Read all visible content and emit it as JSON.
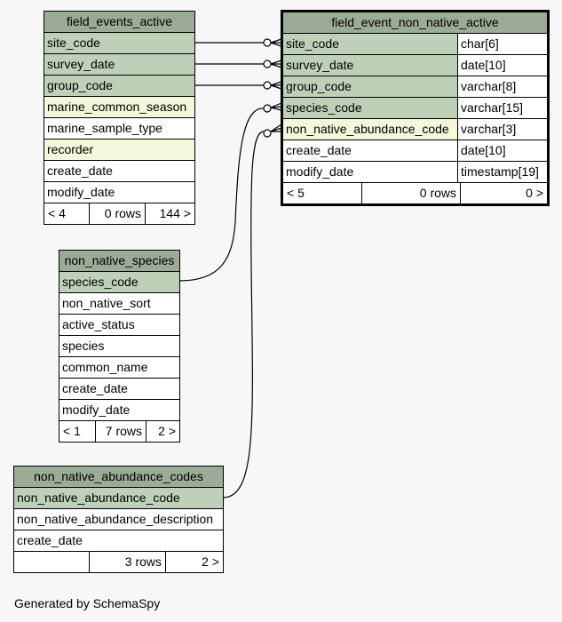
{
  "tables": {
    "field_events_active": {
      "name": "field_events_active",
      "columns": [
        "site_code",
        "survey_date",
        "group_code",
        "marine_common_season",
        "marine_sample_type",
        "recorder",
        "create_date",
        "modify_date"
      ],
      "footer": {
        "parents": "< 4",
        "rows": "0 rows",
        "children": "144 >"
      }
    },
    "field_event_non_native_active": {
      "name": "field_event_non_native_active",
      "columns": [
        {
          "name": "site_code",
          "type": "char[6]"
        },
        {
          "name": "survey_date",
          "type": "date[10]"
        },
        {
          "name": "group_code",
          "type": "varchar[8]"
        },
        {
          "name": "species_code",
          "type": "varchar[15]"
        },
        {
          "name": "non_native_abundance_code",
          "type": "varchar[3]"
        },
        {
          "name": "create_date",
          "type": "date[10]"
        },
        {
          "name": "modify_date",
          "type": "timestamp[19]"
        }
      ],
      "footer": {
        "parents": "< 5",
        "rows": "0 rows",
        "children": "0 >"
      }
    },
    "non_native_species": {
      "name": "non_native_species",
      "columns": [
        "species_code",
        "non_native_sort",
        "active_status",
        "species",
        "common_name",
        "create_date",
        "modify_date"
      ],
      "footer": {
        "parents": "< 1",
        "rows": "7 rows",
        "children": "2 >"
      }
    },
    "non_native_abundance_codes": {
      "name": "non_native_abundance_codes",
      "columns": [
        "non_native_abundance_code",
        "non_native_abundance_description",
        "create_date"
      ],
      "footer": {
        "parents": "",
        "rows": "3 rows",
        "children": "2 >"
      }
    }
  },
  "colors": {
    "header": "#9bab96",
    "key": "#bed1b8",
    "indexed": "#f4f7da"
  },
  "generated_by": "Generated by SchemaSpy"
}
